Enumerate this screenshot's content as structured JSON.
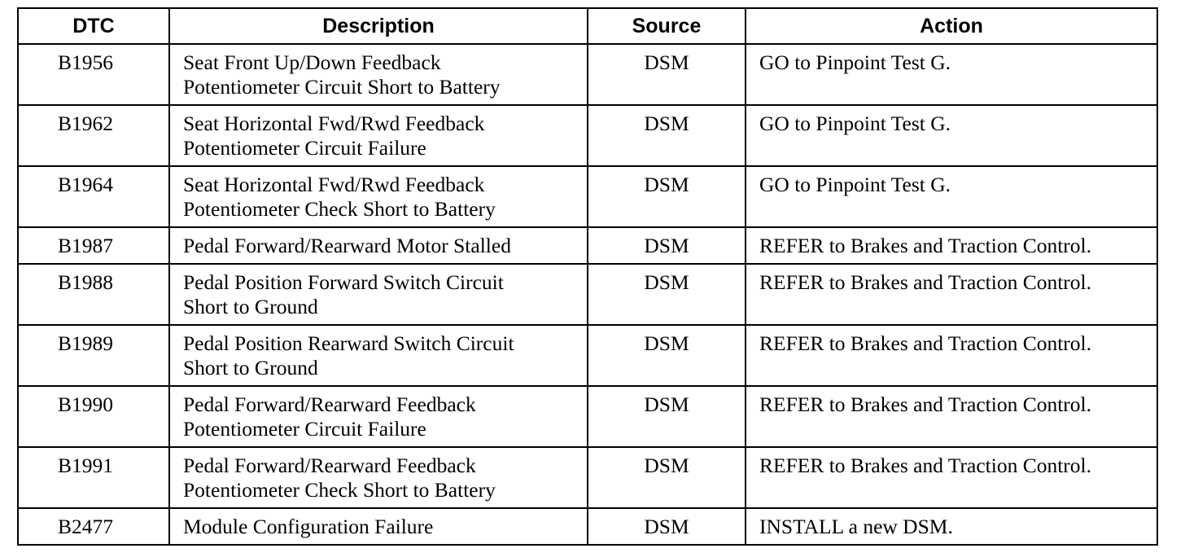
{
  "table": {
    "headers": [
      "DTC",
      "Description",
      "Source",
      "Action"
    ],
    "rows": [
      {
        "dtc": "B1956",
        "description": "Seat Front Up/Down Feedback\nPotentiometer Circuit Short to Battery",
        "source": "DSM",
        "action": "GO to Pinpoint Test G."
      },
      {
        "dtc": "B1962",
        "description": "Seat Horizontal Fwd/Rwd Feedback\nPotentiometer Circuit Failure",
        "source": "DSM",
        "action": "GO to Pinpoint Test G."
      },
      {
        "dtc": "B1964",
        "description": "Seat Horizontal Fwd/Rwd Feedback\nPotentiometer Check Short to Battery",
        "source": "DSM",
        "action": "GO to Pinpoint Test G."
      },
      {
        "dtc": "B1987",
        "description": "Pedal Forward/Rearward Motor Stalled",
        "source": "DSM",
        "action": "REFER to Brakes and Traction Control."
      },
      {
        "dtc": "B1988",
        "description": "Pedal Position Forward Switch Circuit\nShort to Ground",
        "source": "DSM",
        "action": "REFER to Brakes and Traction Control."
      },
      {
        "dtc": "B1989",
        "description": "Pedal Position Rearward Switch Circuit\nShort to Ground",
        "source": "DSM",
        "action": "REFER to Brakes and Traction Control."
      },
      {
        "dtc": "B1990",
        "description": "Pedal Forward/Rearward Feedback\nPotentiometer Circuit Failure",
        "source": "DSM",
        "action": "REFER to Brakes and Traction Control."
      },
      {
        "dtc": "B1991",
        "description": "Pedal Forward/Rearward Feedback\nPotentiometer Check Short to Battery",
        "source": "DSM",
        "action": "REFER to Brakes and Traction Control."
      },
      {
        "dtc": "B2477",
        "description": "Module Configuration Failure",
        "source": "DSM",
        "action": "INSTALL a new DSM."
      }
    ]
  }
}
